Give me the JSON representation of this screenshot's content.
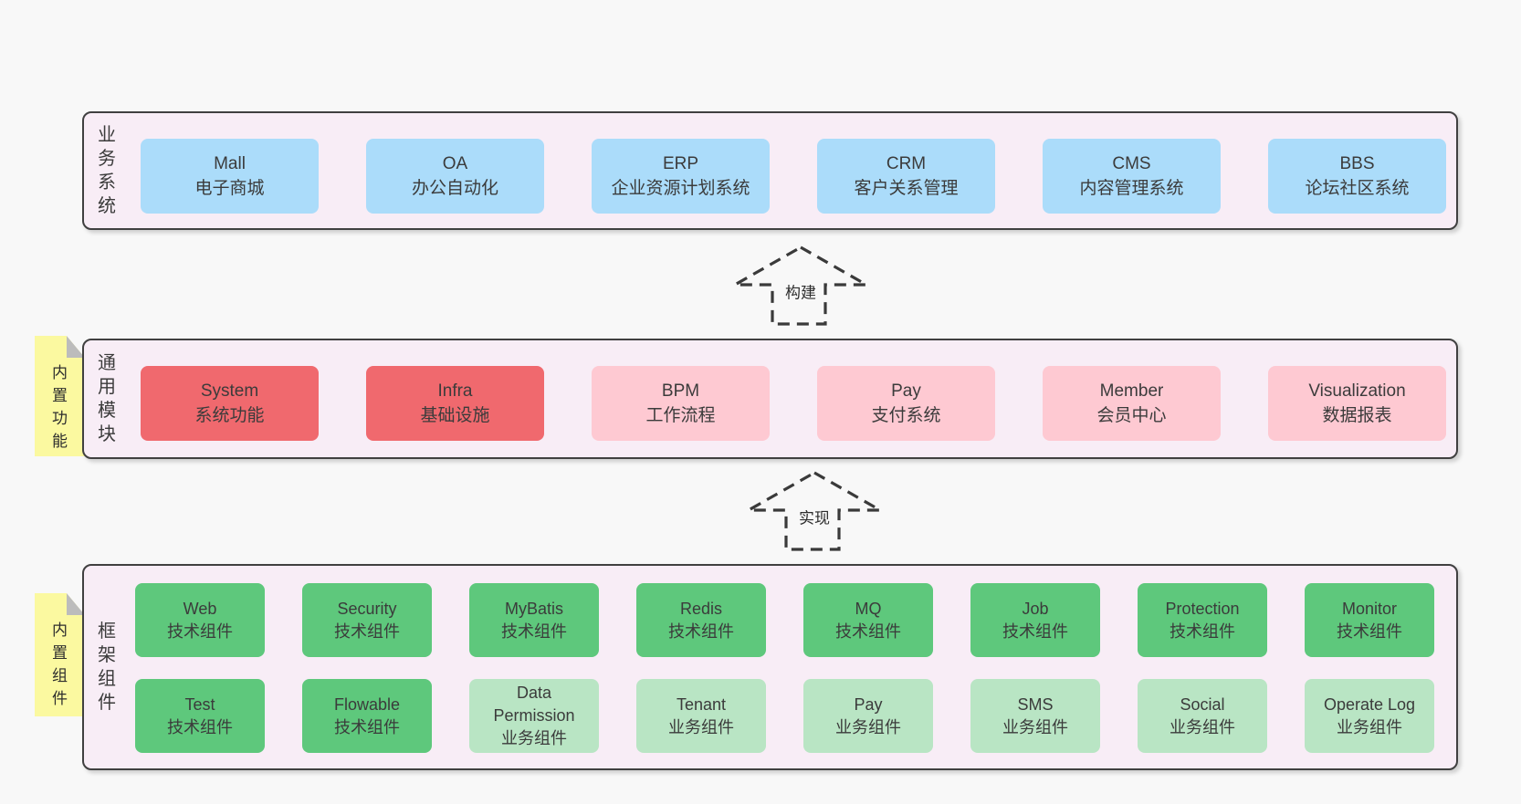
{
  "page": {
    "background": "#f8f8f8"
  },
  "colors": {
    "blue": "#abdcfa",
    "red": "#f0696e",
    "pink": "#fec9d2",
    "green": "#5ec87c",
    "lightGreen": "#b9e5c4",
    "bandFill": "#f8edf6",
    "border": "#404040",
    "sticky": "#fbf9a0",
    "text": "#3b3b3b"
  },
  "stickies": [
    {
      "text": "内置功能"
    },
    {
      "text": "内置组件"
    }
  ],
  "arrows": [
    {
      "label": "构建"
    },
    {
      "label": "实现"
    }
  ],
  "bands": [
    {
      "label": "业务系统",
      "rows": [
        [
          {
            "en": "Mall",
            "zh": "电子商城",
            "variant": "blue"
          },
          {
            "en": "OA",
            "zh": "办公自动化",
            "variant": "blue"
          },
          {
            "en": "ERP",
            "zh": "企业资源计划系统",
            "variant": "blue"
          },
          {
            "en": "CRM",
            "zh": "客户关系管理",
            "variant": "blue"
          },
          {
            "en": "CMS",
            "zh": "内容管理系统",
            "variant": "blue"
          },
          {
            "en": "BBS",
            "zh": "论坛社区系统",
            "variant": "blue"
          }
        ]
      ]
    },
    {
      "label": "通用模块",
      "rows": [
        [
          {
            "en": "System",
            "zh": "系统功能",
            "variant": "red"
          },
          {
            "en": "Infra",
            "zh": "基础设施",
            "variant": "red"
          },
          {
            "en": "BPM",
            "zh": "工作流程",
            "variant": "pink"
          },
          {
            "en": "Pay",
            "zh": "支付系统",
            "variant": "pink"
          },
          {
            "en": "Member",
            "zh": "会员中心",
            "variant": "pink"
          },
          {
            "en": "Visualization",
            "zh": "数据报表",
            "variant": "pink"
          }
        ]
      ]
    },
    {
      "label": "框架组件",
      "rows": [
        [
          {
            "en": "Web",
            "zh": "技术组件",
            "variant": "green"
          },
          {
            "en": "Security",
            "zh": "技术组件",
            "variant": "green"
          },
          {
            "en": "MyBatis",
            "zh": "技术组件",
            "variant": "green"
          },
          {
            "en": "Redis",
            "zh": "技术组件",
            "variant": "green"
          },
          {
            "en": "MQ",
            "zh": "技术组件",
            "variant": "green"
          },
          {
            "en": "Job",
            "zh": "技术组件",
            "variant": "green"
          },
          {
            "en": "Protection",
            "zh": "技术组件",
            "variant": "green"
          },
          {
            "en": "Monitor",
            "zh": "技术组件",
            "variant": "green"
          }
        ],
        [
          {
            "en": "Test",
            "zh": "技术组件",
            "variant": "green"
          },
          {
            "en": "Flowable",
            "zh": "技术组件",
            "variant": "green"
          },
          {
            "en": "Data Permission",
            "zh": "业务组件",
            "variant": "lightGreen"
          },
          {
            "en": "Tenant",
            "zh": "业务组件",
            "variant": "lightGreen"
          },
          {
            "en": "Pay",
            "zh": "业务组件",
            "variant": "lightGreen"
          },
          {
            "en": "SMS",
            "zh": "业务组件",
            "variant": "lightGreen"
          },
          {
            "en": "Social",
            "zh": "业务组件",
            "variant": "lightGreen"
          },
          {
            "en": "Operate Log",
            "zh": "业务组件",
            "variant": "lightGreen"
          }
        ]
      ]
    }
  ]
}
